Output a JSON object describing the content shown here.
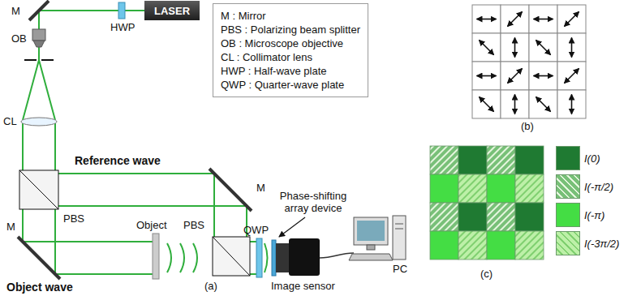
{
  "diagram": {
    "nodes": [
      {
        "text": [
          "LASER"
        ]
      },
      {
        "text": [
          "M : Mirror",
          "PBS : Polarizing beam splitter",
          "OB : Microscope objective",
          "CL : Collimator lens",
          "HWP : Half-wave plate",
          "QWP : Quarter-wave plate"
        ]
      }
    ],
    "labels": [
      "HWP",
      "M",
      "OB",
      "CL",
      "Reference wave",
      "PBS",
      "M",
      "Object wave",
      "M",
      "Object",
      "PBS",
      "QWP",
      "Phase-shifting array device",
      "Image sensor",
      "PC",
      "(a)",
      "(b)",
      "(c)"
    ],
    "legend": [
      {
        "text": "I(0)",
        "color": "#1f7a32"
      },
      {
        "text": "I(-π/2)"
      },
      {
        "text": "I(-π)",
        "color": "#44dd44"
      },
      {
        "text": "I(-3π/2)"
      }
    ]
  }
}
